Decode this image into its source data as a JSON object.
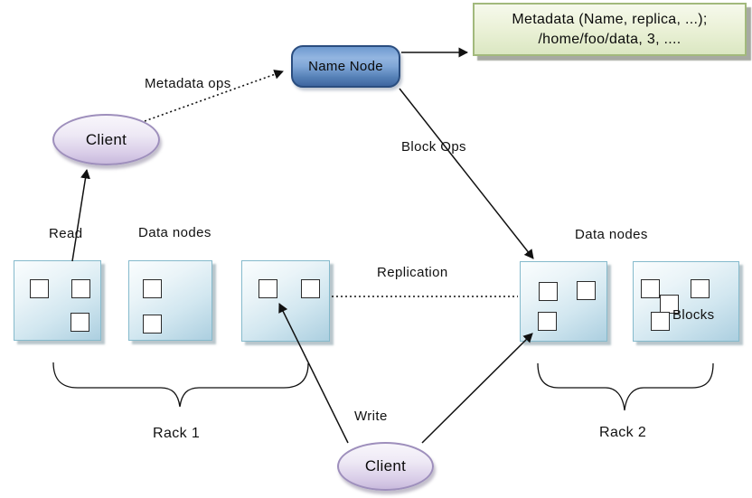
{
  "diagram": {
    "name_node": {
      "label": "Name Node"
    },
    "metadata_note": {
      "line1": "Metadata (Name, replica, ...);",
      "line2": "/home/foo/data, 3, ...."
    },
    "clients": {
      "top_label": "Client",
      "bottom_label": "Client"
    },
    "labels": {
      "metadata_ops": "Metadata ops",
      "block_ops": "Block Ops",
      "read": "Read",
      "write": "Write",
      "replication": "Replication",
      "data_nodes_left": "Data nodes",
      "data_nodes_right": "Data nodes",
      "blocks": "Blocks"
    },
    "racks": [
      {
        "name": "Rack 1",
        "data_nodes": [
          {
            "blocks": 3
          },
          {
            "blocks": 2
          },
          {
            "blocks": 2
          }
        ]
      },
      {
        "name": "Rack 2",
        "data_nodes": [
          {
            "blocks": 3
          },
          {
            "blocks": 4
          }
        ]
      }
    ],
    "colors": {
      "name_node_fill_top": "#93b5e0",
      "name_node_fill_bottom": "#3f66a0",
      "name_node_border": "#2a4d7f",
      "metadata_fill_top": "#f6f9ec",
      "metadata_fill_bottom": "#dbe7c2",
      "metadata_border": "#a2b97c",
      "client_fill_top": "#f8f6fb",
      "client_fill_bottom": "#c9badd",
      "client_border": "#9e8fbc",
      "datanode_fill_top": "#fafdfe",
      "datanode_fill_bottom": "#accfe0",
      "datanode_border": "#85bacc",
      "connector": "#111111"
    }
  }
}
